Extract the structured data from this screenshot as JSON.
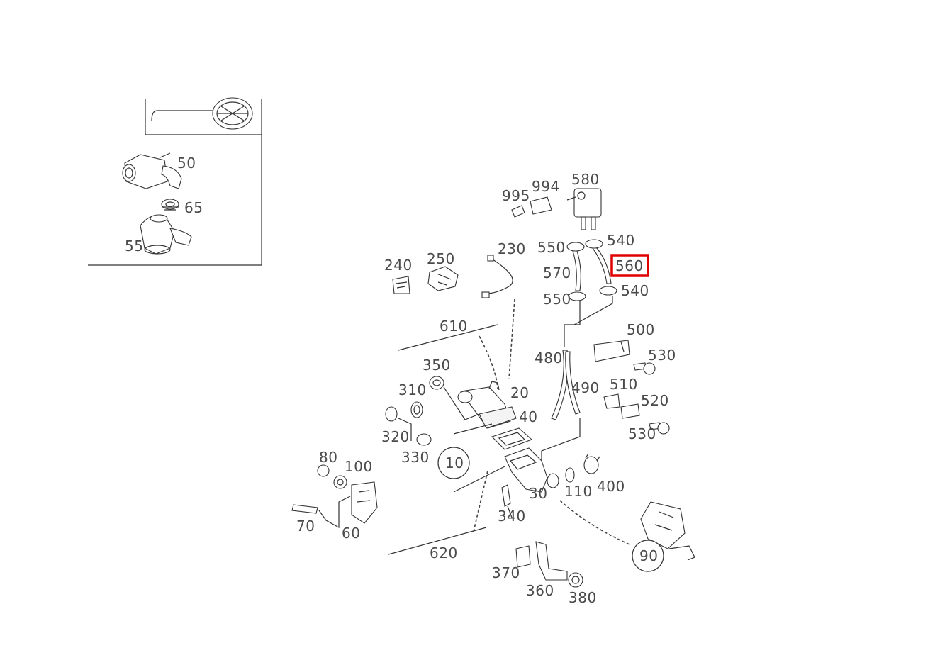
{
  "diagram": {
    "highlight": {
      "part": "560",
      "color": "#e00000"
    },
    "labels": {
      "p50": "50",
      "p65": "65",
      "p55": "55",
      "p580": "580",
      "p994": "994",
      "p995": "995",
      "p540a": "540",
      "p550a": "550",
      "p560": "560",
      "p570": "570",
      "p550b": "550",
      "p540b": "540",
      "p230": "230",
      "p240": "240",
      "p250": "250",
      "p610": "610",
      "p500": "500",
      "p530a": "530",
      "p480": "480",
      "p490": "490",
      "p510": "510",
      "p520": "520",
      "p530b": "530",
      "p350": "350",
      "p310": "310",
      "p20": "20",
      "p40": "40",
      "p320": "320",
      "p330": "330",
      "p10": "10",
      "p80": "80",
      "p100": "100",
      "p70": "70",
      "p60": "60",
      "p30": "30",
      "p110": "110",
      "p400": "400",
      "p340": "340",
      "p620": "620",
      "p90": "90",
      "p370": "370",
      "p360": "360",
      "p380": "380"
    }
  }
}
